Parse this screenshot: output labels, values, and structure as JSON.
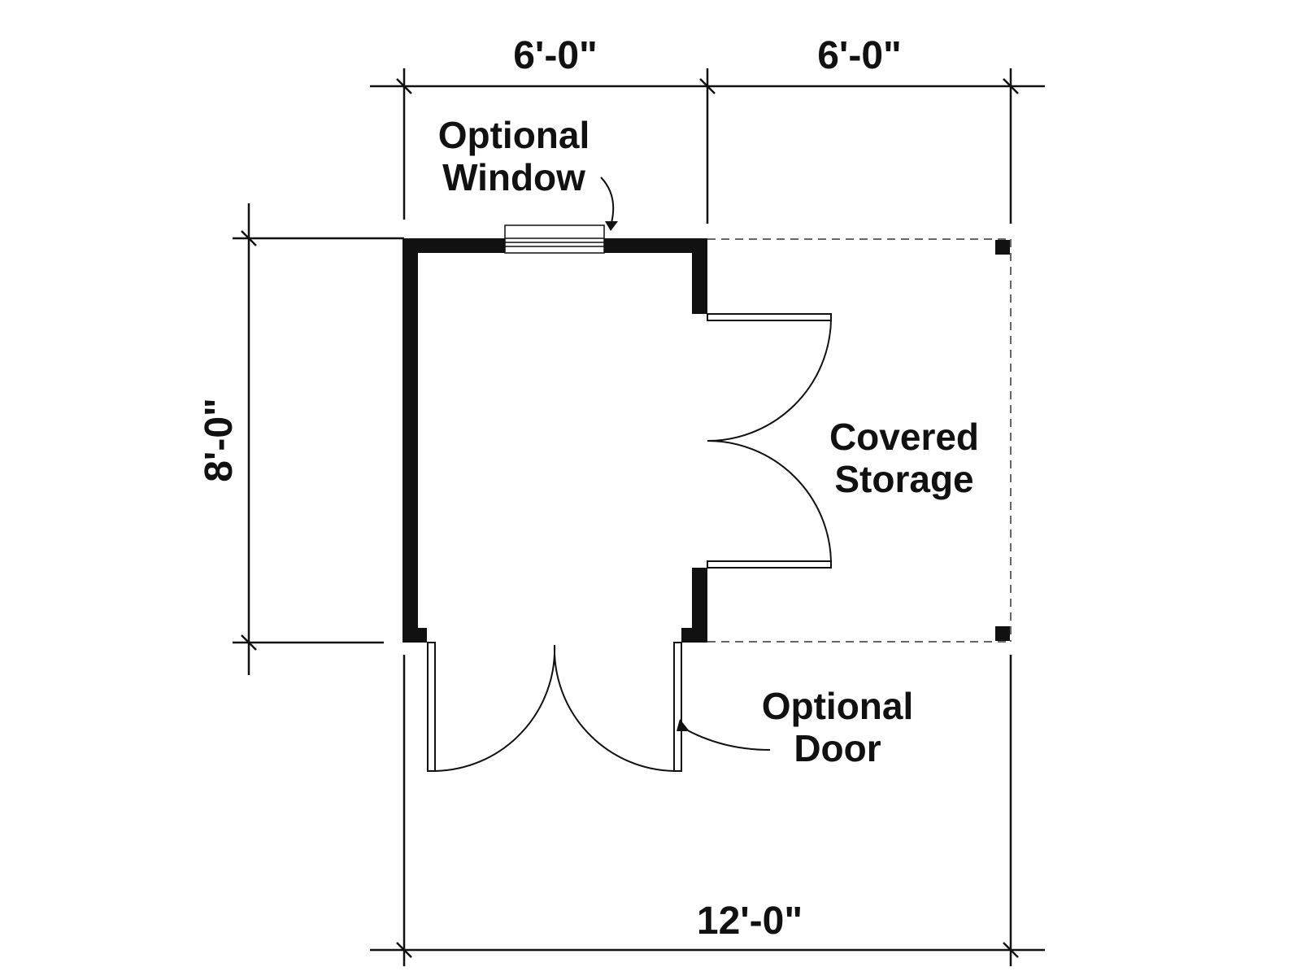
{
  "dimensions": {
    "top_left": "6'-0\"",
    "top_right": "6'-0\"",
    "left": "8'-0\"",
    "bottom": "12'-0\""
  },
  "labels": {
    "window_line1": "Optional",
    "window_line2": "Window",
    "storage_line1": "Covered",
    "storage_line2": "Storage",
    "door_line1": "Optional",
    "door_line2": "Door"
  },
  "colors": {
    "ink": "#111111",
    "background": "#ffffff"
  }
}
